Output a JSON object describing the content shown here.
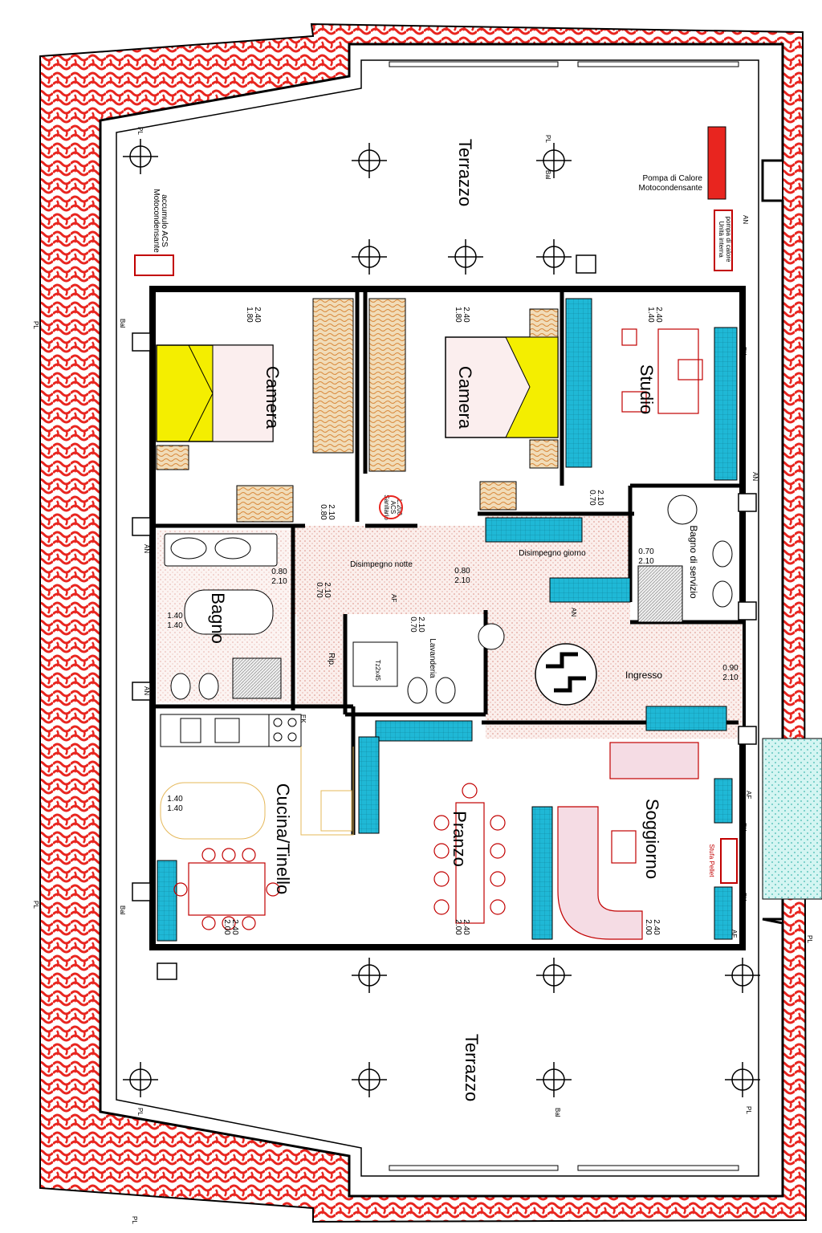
{
  "rooms": {
    "terrazzo_top": "Terrazzo",
    "terrazzo_bottom": "Terrazzo",
    "camera_left": "Camera",
    "camera_right": "Camera",
    "studio": "Studio",
    "bagno": "Bagno",
    "bagno_servizio": "Bagno di servizio",
    "disimpegno_notte": "Disimpegno notte",
    "disimpegno_giorno": "Disimpegno giorno",
    "ingresso": "Ingresso",
    "rip": "Rip.",
    "lavanderia": "Lavanderia",
    "cucina": "Cucina/Tinello",
    "pranzo": "Pranzo",
    "soggiorno": "Soggiorno"
  },
  "equipment": {
    "pompa_line1": "Pompa di Calore",
    "pompa_line2": "Motocondensante",
    "moto_left_line1": "Motocondensante",
    "moto_left_line2": "accumulo ACS",
    "unita_line1": "Unità interna",
    "unita_line2": "pompa di calore",
    "stufa": "Stufa Pellet",
    "sanitario_line1": "Sanitario",
    "sanitario_line2": "ACS",
    "sanitario_line3": "L.200",
    "fuel": "Tz2x45"
  },
  "openings": {
    "w_cam_left_a": "1.80",
    "w_cam_left_b": "2.40",
    "w_cam_right_a": "1.80",
    "w_cam_right_b": "2.40",
    "w_studio_a": "1.40",
    "w_studio_b": "2.40",
    "w_bagno_a": "1.40",
    "w_bagno_b": "1.40",
    "w_cucina_a": "1.40",
    "w_cucina_b": "1.40",
    "w_cucina_bot_a": "2.00",
    "w_cucina_bot_b": "2.40",
    "w_pranzo_a": "2.00",
    "w_pranzo_b": "2.40",
    "w_sogg_a": "2.00",
    "w_sogg_b": "2.40",
    "d_cam1_a": "0.80",
    "d_cam1_b": "2.10",
    "d_bagno_a": "0.80",
    "d_bagno_b": "2.10",
    "d_rip_a": "0.70",
    "d_rip_b": "2.10",
    "d_lav_a": "0.70",
    "d_lav_b": "2.10",
    "d_giorno_a": "0.80",
    "d_giorno_b": "2.10",
    "d_studio_a": "0.70",
    "d_studio_b": "2.10",
    "d_serv_a": "0.70",
    "d_serv_b": "2.10",
    "d_ingr_a": "0.90",
    "d_ingr_b": "2.10"
  },
  "markers": {
    "pl": "PL",
    "bal": "Bal",
    "an": "AN",
    "ek": "EK",
    "af": "AF"
  },
  "colors": {
    "roof": "#e8251f",
    "bed": "#f4ee00",
    "furniture_blue": "#1fb8d6",
    "wood": "#d9a05a",
    "sofa": "#f5dce4",
    "floor_dots": "#f2d6d0",
    "green_area": "#c8f0ee"
  }
}
